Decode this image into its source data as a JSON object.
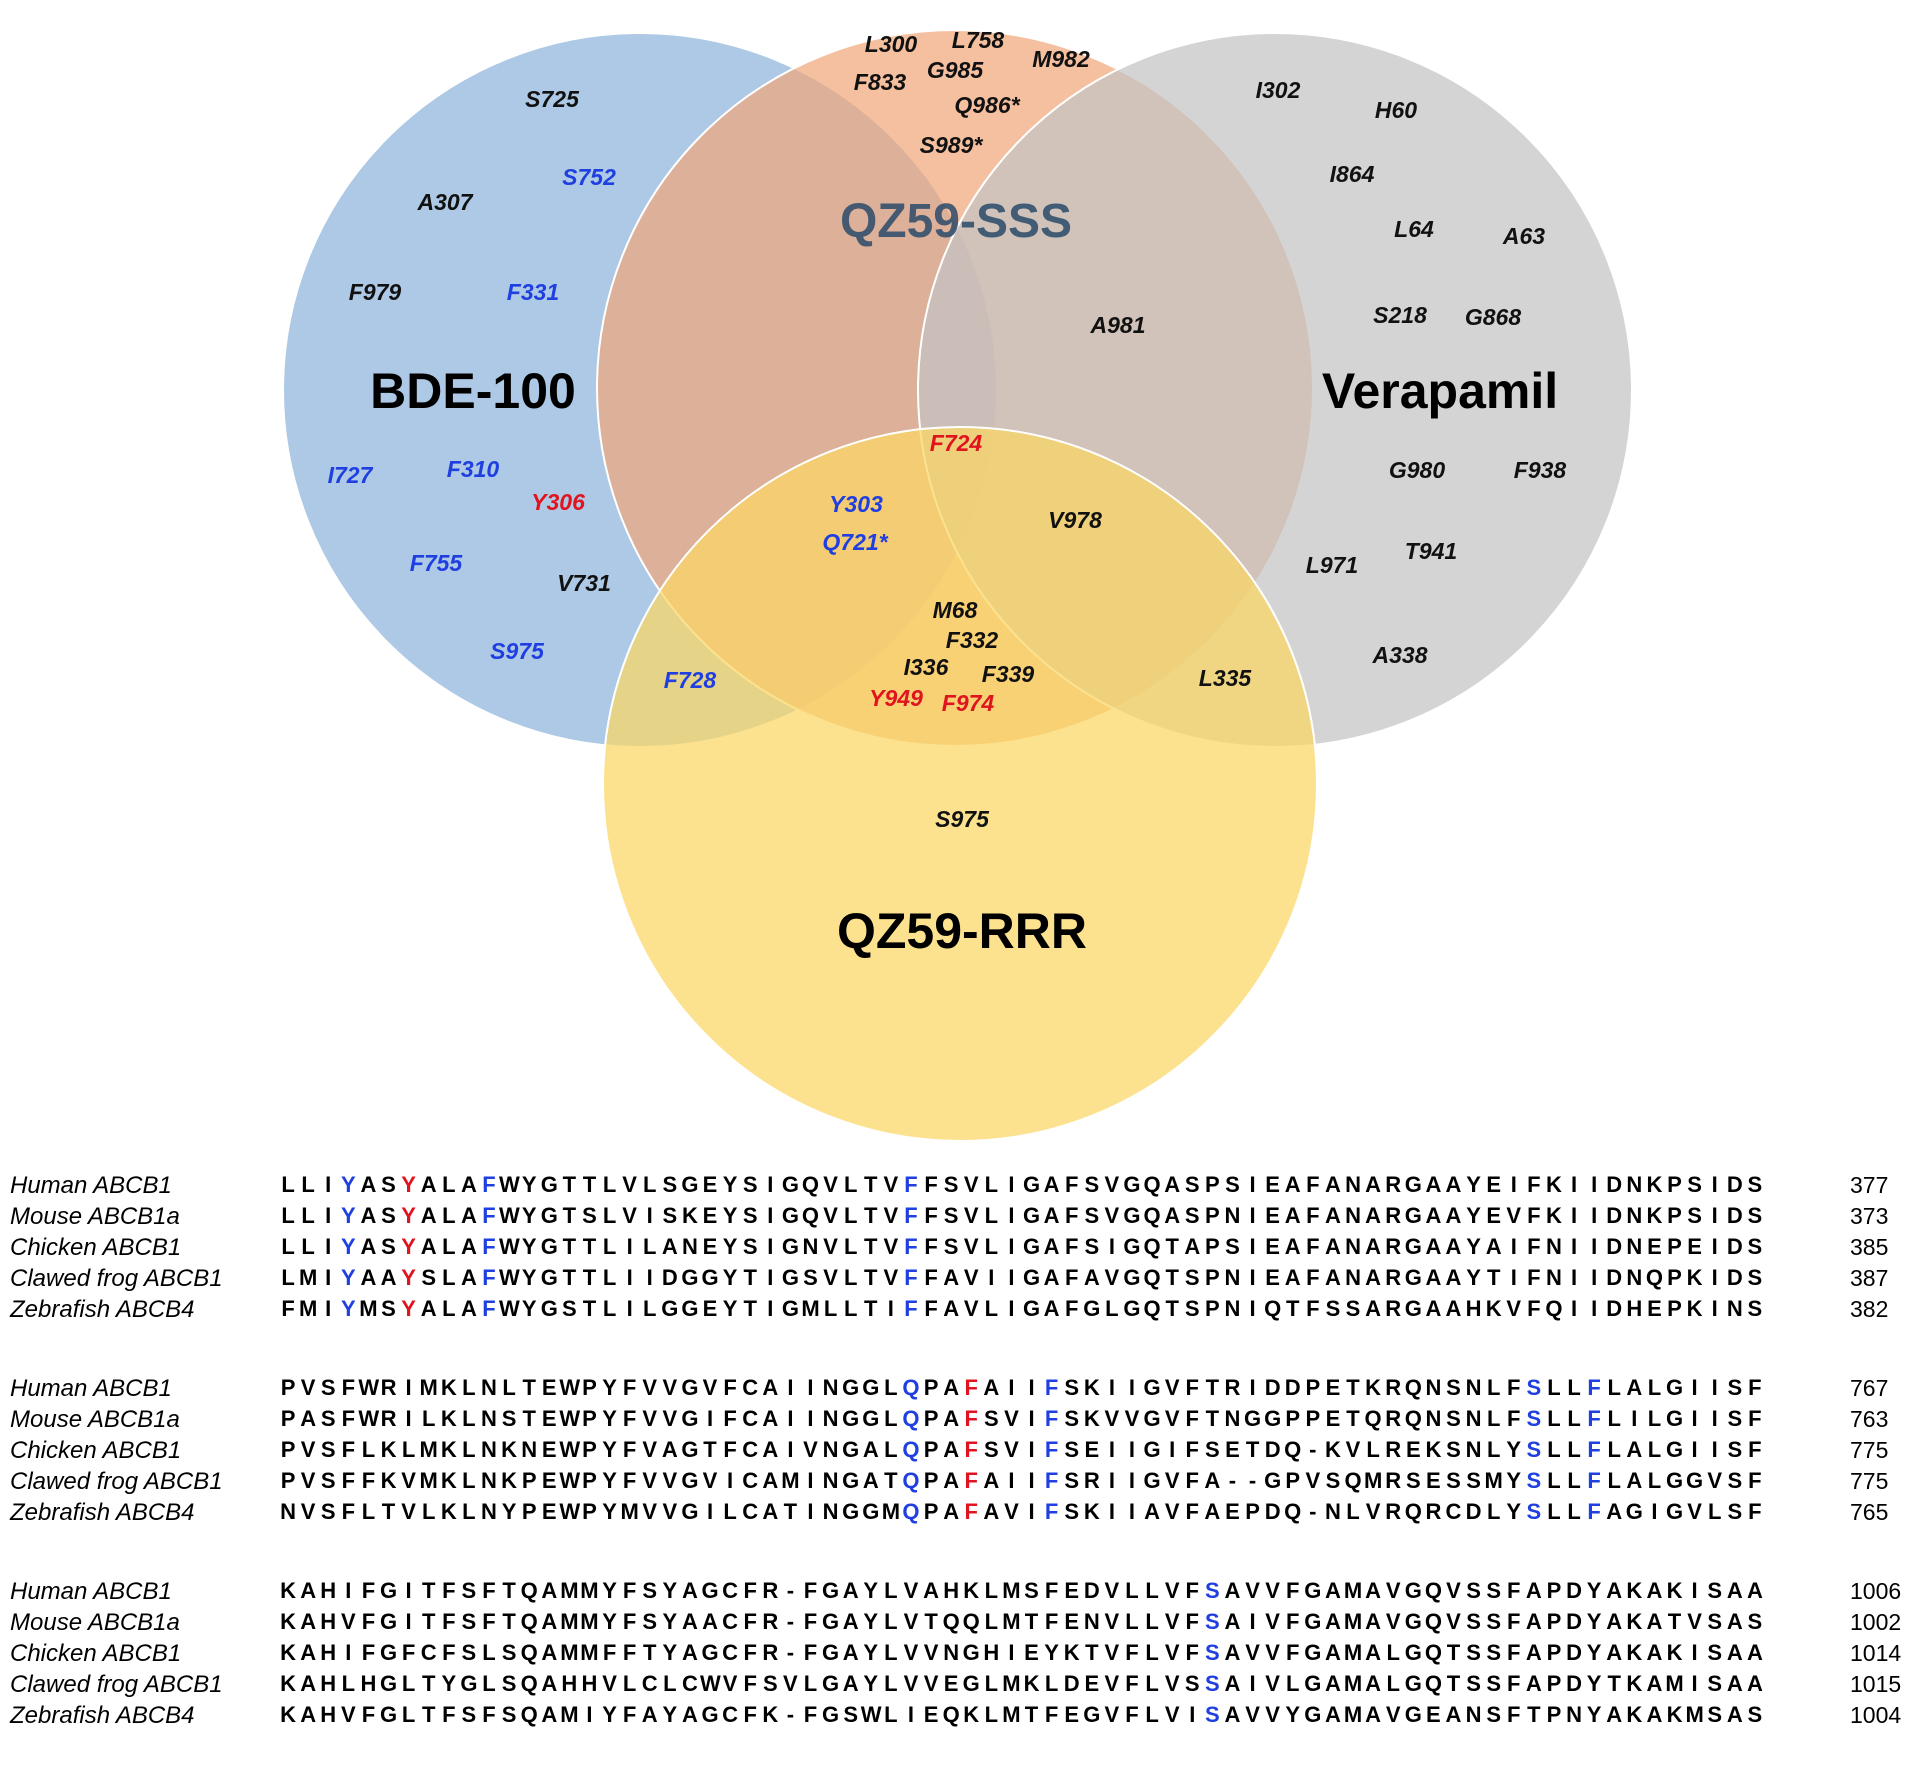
{
  "sets": {
    "bde100": {
      "label": "BDE-100",
      "color": "#8fb4dd"
    },
    "qz59sss": {
      "label": "QZ59-SSS",
      "color": "#f0a87c"
    },
    "verapamil": {
      "label": "Verapamil",
      "color": "#c4c4c4"
    },
    "qz59rrr": {
      "label": "QZ59-RRR",
      "color": "#fbd764"
    }
  },
  "colors": {
    "black": "#111111",
    "blue": "#1f3fe0",
    "red": "#e0141e"
  },
  "residues": [
    {
      "text": "S725",
      "color": "black"
    },
    {
      "text": "S752",
      "color": "blue"
    },
    {
      "text": "A307",
      "color": "black"
    },
    {
      "text": "F979",
      "color": "black"
    },
    {
      "text": "F331",
      "color": "blue"
    },
    {
      "text": "I727",
      "color": "blue"
    },
    {
      "text": "F310",
      "color": "blue"
    },
    {
      "text": "Y306",
      "color": "red"
    },
    {
      "text": "F755",
      "color": "blue"
    },
    {
      "text": "V731",
      "color": "black"
    },
    {
      "text": "S975",
      "color": "blue"
    },
    {
      "text": "L300",
      "color": "black"
    },
    {
      "text": "L758",
      "color": "black"
    },
    {
      "text": "G985",
      "color": "black"
    },
    {
      "text": "M982",
      "color": "black"
    },
    {
      "text": "F833",
      "color": "black"
    },
    {
      "text": "Q986*",
      "color": "black"
    },
    {
      "text": "S989*",
      "color": "black"
    },
    {
      "text": "I302",
      "color": "black"
    },
    {
      "text": "H60",
      "color": "black"
    },
    {
      "text": "I864",
      "color": "black"
    },
    {
      "text": "L64",
      "color": "black"
    },
    {
      "text": "A63",
      "color": "black"
    },
    {
      "text": "S218",
      "color": "black"
    },
    {
      "text": "G868",
      "color": "black"
    },
    {
      "text": "A981",
      "color": "black"
    },
    {
      "text": "G980",
      "color": "black"
    },
    {
      "text": "F938",
      "color": "black"
    },
    {
      "text": "L971",
      "color": "black"
    },
    {
      "text": "T941",
      "color": "black"
    },
    {
      "text": "A338",
      "color": "black"
    },
    {
      "text": "F724",
      "color": "red"
    },
    {
      "text": "Y303",
      "color": "blue"
    },
    {
      "text": "Q721*",
      "color": "blue"
    },
    {
      "text": "V978",
      "color": "black"
    },
    {
      "text": "M68",
      "color": "black"
    },
    {
      "text": "F332",
      "color": "black"
    },
    {
      "text": "I336",
      "color": "black"
    },
    {
      "text": "F339",
      "color": "black"
    },
    {
      "text": "Y949",
      "color": "red"
    },
    {
      "text": "F974",
      "color": "red"
    },
    {
      "text": "F728",
      "color": "blue"
    },
    {
      "text": "L335",
      "color": "black"
    },
    {
      "text": "S975",
      "color": "black"
    }
  ],
  "alignment": [
    {
      "rows": [
        {
          "species": "Human ABCB1",
          "seq": "LLIYASYALAFWYGTTLVLSGEYSIGQVLTVFFSVLIGAFSVGQASPSIEAFANARGAAYEIFKIIDNKPSIDS",
          "end": "377"
        },
        {
          "species": "Mouse ABCB1a",
          "seq": "LLIYASYALAFWYGTSLVISKEYSIGQVLTVFFSVLIGAFSVGQASPNIEAFANARGAAYEVFKIIDNKPSIDS",
          "end": "373"
        },
        {
          "species": "Chicken ABCB1",
          "seq": "LLIYASYALAFWYGTTLILANEYSIGNVLTVFFSVLIGAFSIGQTAPSIEAFANARGAAYAIFNIIDNEPEIDS",
          "end": "385"
        },
        {
          "species": "Clawed frog ABCB1",
          "seq": "LMIYAAYSLAFWYGTTLIIDGGYTIGSVLTVFFAVIIGAFAVGQTSPNIEAFANARGAAYTIFNIIDNQPKIDS",
          "end": "387"
        },
        {
          "species": "Zebrafish ABCB4",
          "seq": "FMIYMSYALAFWYGSTLILGGEYTIGMLLTIFFAVLIGAFGLGQTSPNIQTFSSARGAAHKVFQIIDHEPKINS",
          "end": "382"
        }
      ],
      "highlights": [
        {
          "col": 3,
          "color": "blue"
        },
        {
          "col": 6,
          "color": "red"
        },
        {
          "col": 10,
          "color": "blue"
        },
        {
          "col": 31,
          "color": "blue"
        }
      ]
    },
    {
      "rows": [
        {
          "species": "Human ABCB1",
          "seq": "PVSFWRIMKLNLTEWPYFVVGVFCAIINGGLQPAFAIIFSKIIGVFTRIDDPETKRQNSNLFSLLFLALGIISF",
          "end": "767"
        },
        {
          "species": "Mouse ABCB1a",
          "seq": "PASFWRILKLNSTEWPYFVVGIFCAIINGGLQPAFSVIFSKVVGVFTNGGPPETQRQNSNLFSLLFLILGIISF",
          "end": "763"
        },
        {
          "species": "Chicken ABCB1",
          "seq": "PVSFLKLMKLNKNEWPYFVAGTFCAIVNGALQPAFSVIFSEIIGIFSETDQ-KVLREKSNLYSLLFLALGIISF",
          "end": "775"
        },
        {
          "species": "Clawed frog ABCB1",
          "seq": "PVSFFKVMKLNKPEWPYFVVGVICAMINGATQPAFAIIFSRIIGVFA--GPVSQMRSESSMYSLLFLALGGVSF",
          "end": "775"
        },
        {
          "species": "Zebrafish ABCB4",
          "seq": "NVSFLTVLKLNYPEWPYMVVGILCATINGGMQPAFAVIFSKIIAVFAEPDQ-NLVRQRCDLYSLLFAGIGVLSF",
          "end": "765"
        }
      ],
      "highlights": [
        {
          "col": 31,
          "color": "blue"
        },
        {
          "col": 34,
          "color": "red"
        },
        {
          "col": 38,
          "color": "blue"
        },
        {
          "col": 62,
          "color": "blue"
        },
        {
          "col": 65,
          "color": "blue"
        }
      ]
    },
    {
      "rows": [
        {
          "species": "Human ABCB1",
          "seq": "KAHIFGITFSFTQAMMYFSYAGCFR-FGAYLVAHKLMSFEDVLLVFSAVVFGAMAVGQVSSFAPDYAKAKISAA",
          "end": "1006"
        },
        {
          "species": "Mouse ABCB1a",
          "seq": "KAHVFGITFSFTQAMMYFSYAACFR-FGAYLVTQQLMTFENVLLVFSAIVFGAMAVGQVSSFAPDYAKATVSAS",
          "end": "1002"
        },
        {
          "species": "Chicken ABCB1",
          "seq": "KAHIFGFCFSLSQAMMFFTYAGCFR-FGAYLVVNGHIEYKTVFLVFSAVVFGAMALGQTSSFAPDYAKAKISAA",
          "end": "1014"
        },
        {
          "species": "Clawed frog ABCB1",
          "seq": "KAHLHGLTYGLSQAHHVLCLCWVFSVLGAYLVVEGLMKLDEVFLVSSAIVLGAMALGQTSSFAPDYTKAMISAA",
          "end": "1015"
        },
        {
          "species": "Zebrafish ABCB4",
          "seq": "KAHVFGLTFSFSQAMIYFAYAGCFK-FGSWLIEQKLMTFEGVFLVISAVVYGAMAVGEANSFTPNYAKAKMSAS",
          "end": "1004"
        }
      ],
      "highlights": [
        {
          "col": 46,
          "color": "blue"
        }
      ]
    }
  ]
}
